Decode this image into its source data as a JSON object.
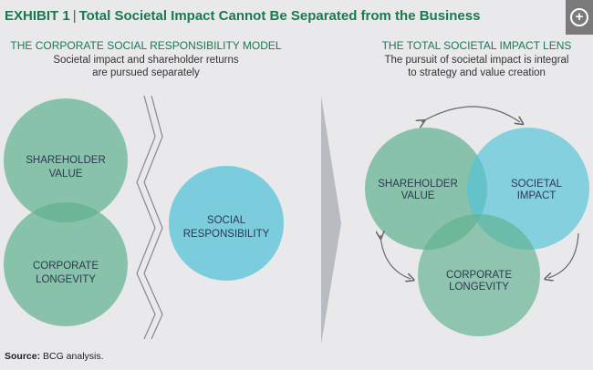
{
  "header": {
    "exhibit": "EXHIBIT 1",
    "title": "Total Societal Impact Cannot Be Separated from the Business",
    "expand_icon": "plus-circle-icon"
  },
  "left": {
    "heading": "THE CORPORATE SOCIAL RESPONSIBILITY MODEL",
    "desc1": "Societal impact and shareholder returns",
    "desc2": "are pursued separately",
    "circles": {
      "sv1": "SHAREHOLDER",
      "sv2": "VALUE",
      "cl1": "CORPORATE",
      "cl2": "LONGEVITY",
      "sr1": "SOCIAL",
      "sr2": "RESPONSIBILITY"
    }
  },
  "right": {
    "heading": "THE TOTAL SOCIETAL IMPACT LENS",
    "desc1": "The pursuit of societal impact is integral",
    "desc2": "to strategy and value creation",
    "circles": {
      "sv1": "SHAREHOLDER",
      "sv2": "VALUE",
      "si1": "SOCIETAL",
      "si2": "IMPACT",
      "cl1": "CORPORATE",
      "cl2": "LONGEVITY"
    }
  },
  "colors": {
    "green": "#6db89b",
    "blue": "#6fcadd",
    "title": "#1a7a4e"
  },
  "source": {
    "label": "Source:",
    "text": "BCG analysis."
  }
}
